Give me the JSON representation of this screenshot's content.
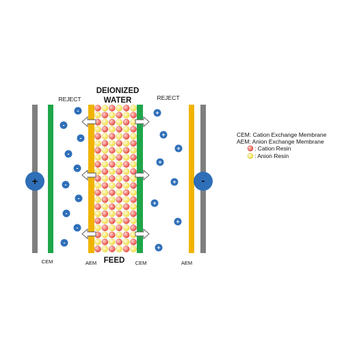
{
  "title": "DEIONIZED WATER",
  "reject_left": "REJECT",
  "reject_right": "REJECT",
  "feed": "FEED",
  "electrode_left_sign": "+",
  "electrode_right_sign": "-",
  "ion_negative": "-",
  "ion_positive": "+",
  "membranes": {
    "cem_left": "CEM",
    "aem_left": "AEM",
    "cem_right": "CEM",
    "aem_right": "AEM"
  },
  "legend": {
    "cem": "CEM: Cation Exchange Membrane",
    "aem": "AEM: Anion Exchange Membrane",
    "cation": ": Cation Resin",
    "anion": ": Anion Resin"
  },
  "colors": {
    "electrode": "#7f7f7f",
    "cem": "#1fa64a",
    "aem": "#f0b400",
    "ion": "#2f6fb8",
    "cation_resin": "#e8453c",
    "anion_resin": "#f5e24a",
    "arrow": "#ffffff"
  }
}
